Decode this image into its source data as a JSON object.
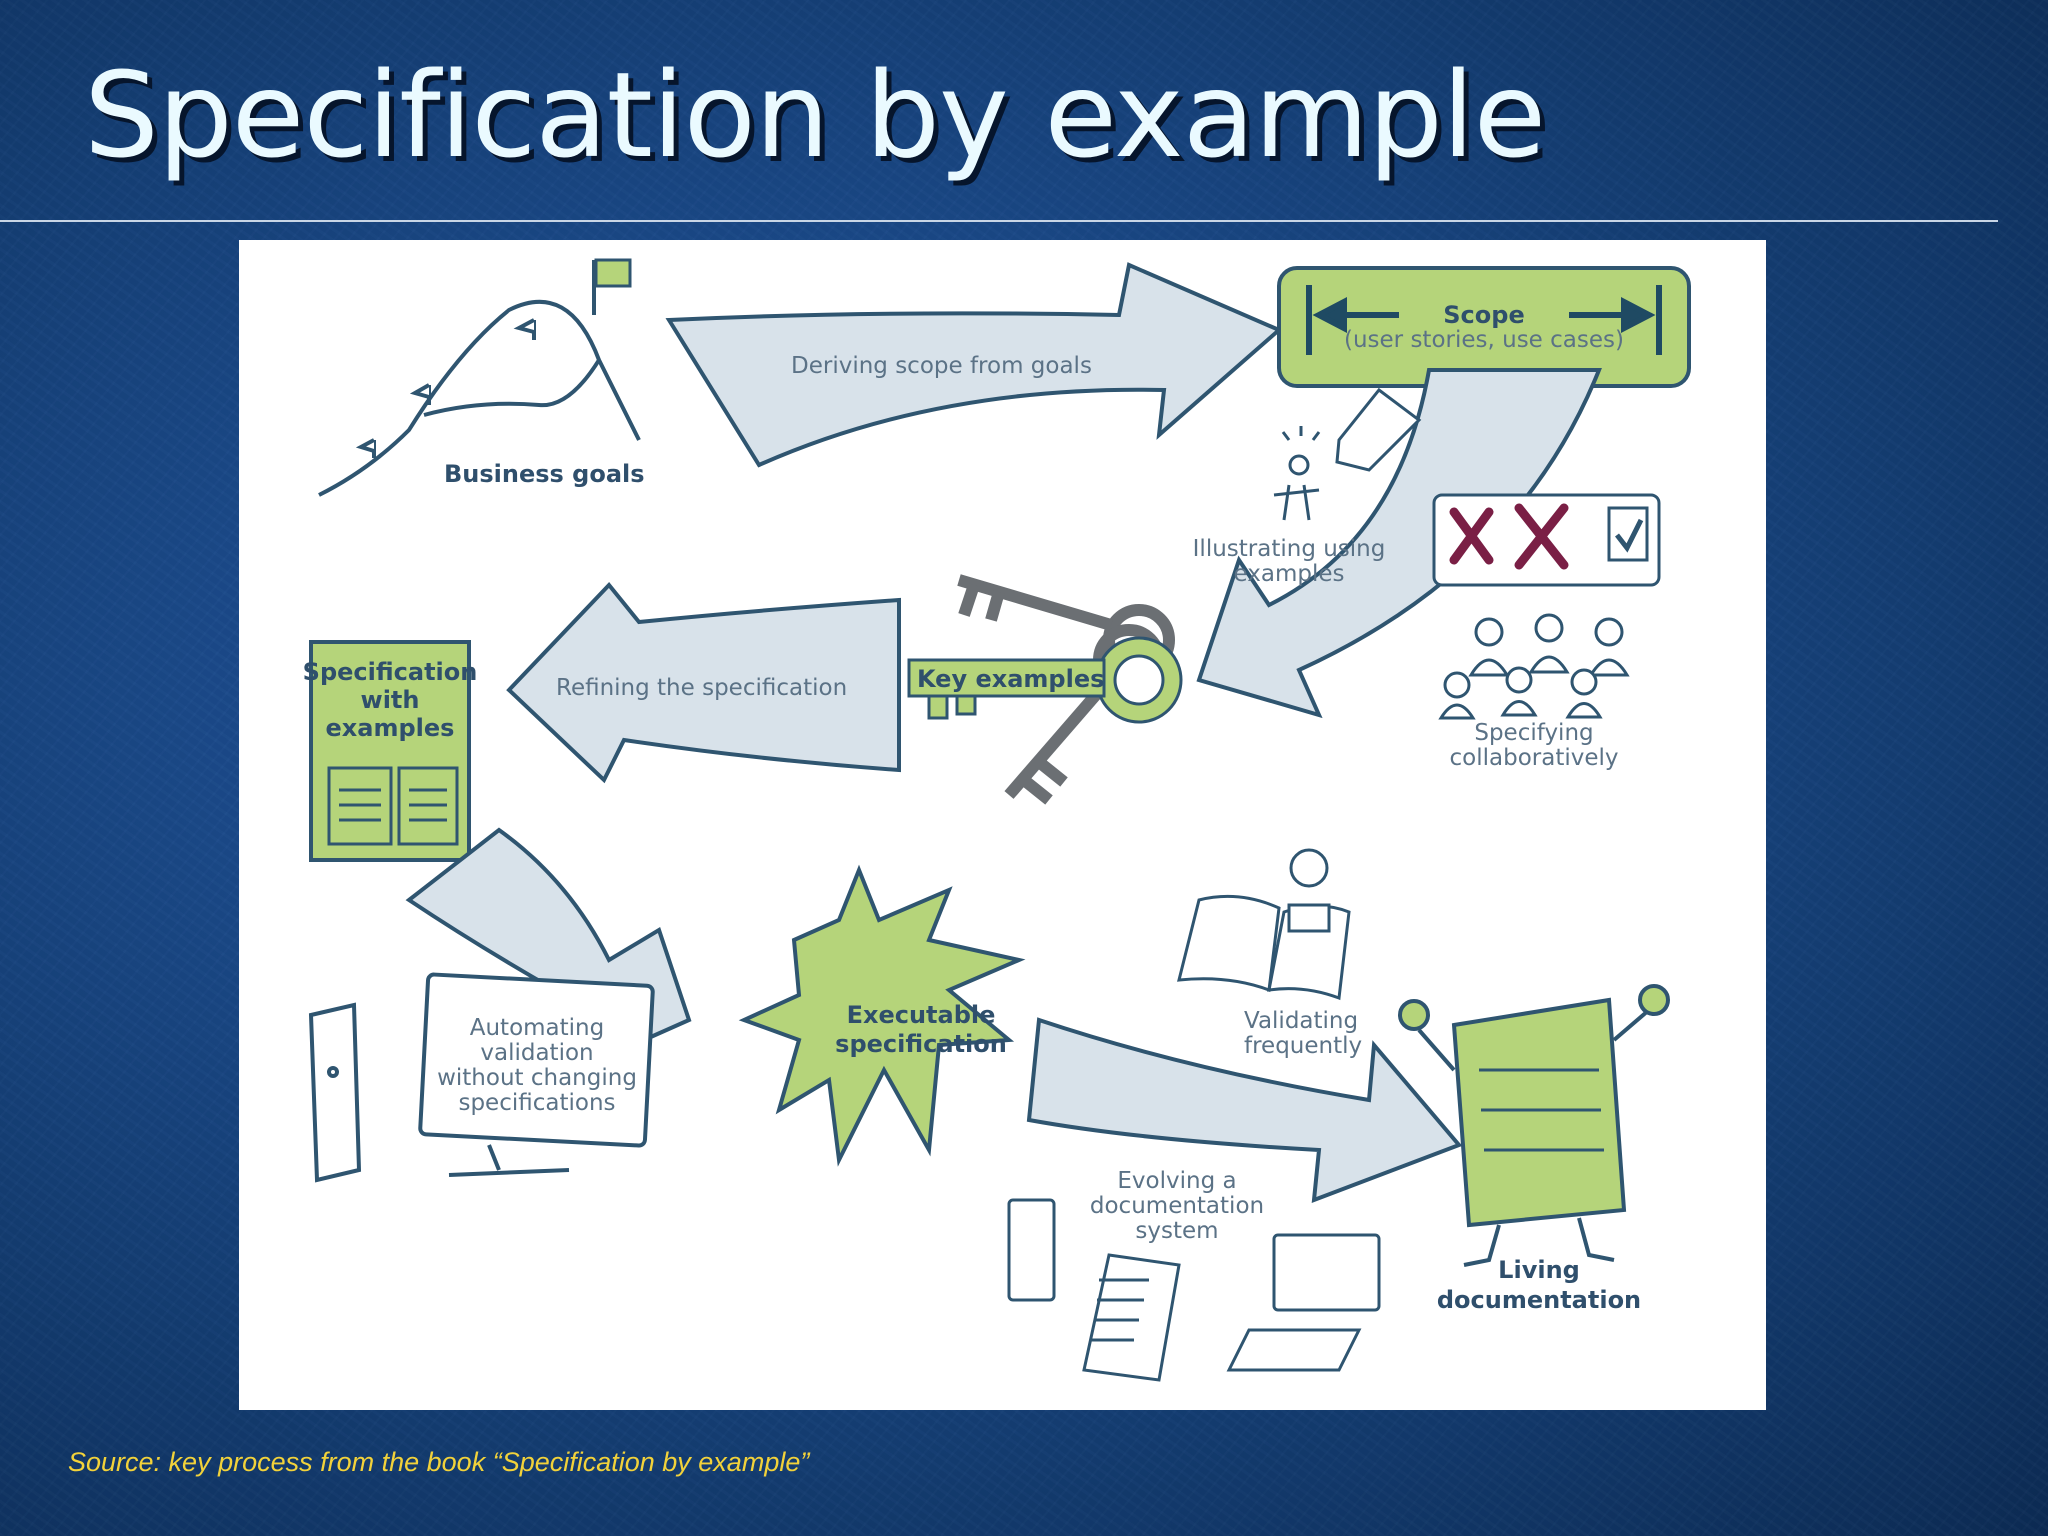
{
  "slide": {
    "title": "Specification by example",
    "source": "Source: key process  from the book “Specification by example”"
  },
  "diagram": {
    "business_goals": "Business goals",
    "deriving_scope": "Deriving scope from goals",
    "scope_title": "Scope",
    "scope_sub": "(user stories, use cases)",
    "illustrating_1": "Illustrating using",
    "illustrating_2": "examples",
    "specifying_1": "Specifying",
    "specifying_2": "collaboratively",
    "key_examples": "Key examples",
    "refining": "Refining the specification",
    "spec_with_1": "Specification",
    "spec_with_2": "with",
    "spec_with_3": "examples",
    "automating_1": "Automating",
    "automating_2": "validation",
    "automating_3": "without changing",
    "automating_4": "specifications",
    "executable_1": "Executable",
    "executable_2": "specification",
    "validating_1": "Validating",
    "validating_2": "frequently",
    "evolving_1": "Evolving a",
    "evolving_2": "documentation",
    "evolving_3": "system",
    "living_1": "Living",
    "living_2": "documentation"
  },
  "colors": {
    "green": "#b5d47a",
    "arrow_fill": "#d8e2ea",
    "ink": "#2f5570",
    "title_text": "#eafaff",
    "source_text": "#f2d23a"
  }
}
